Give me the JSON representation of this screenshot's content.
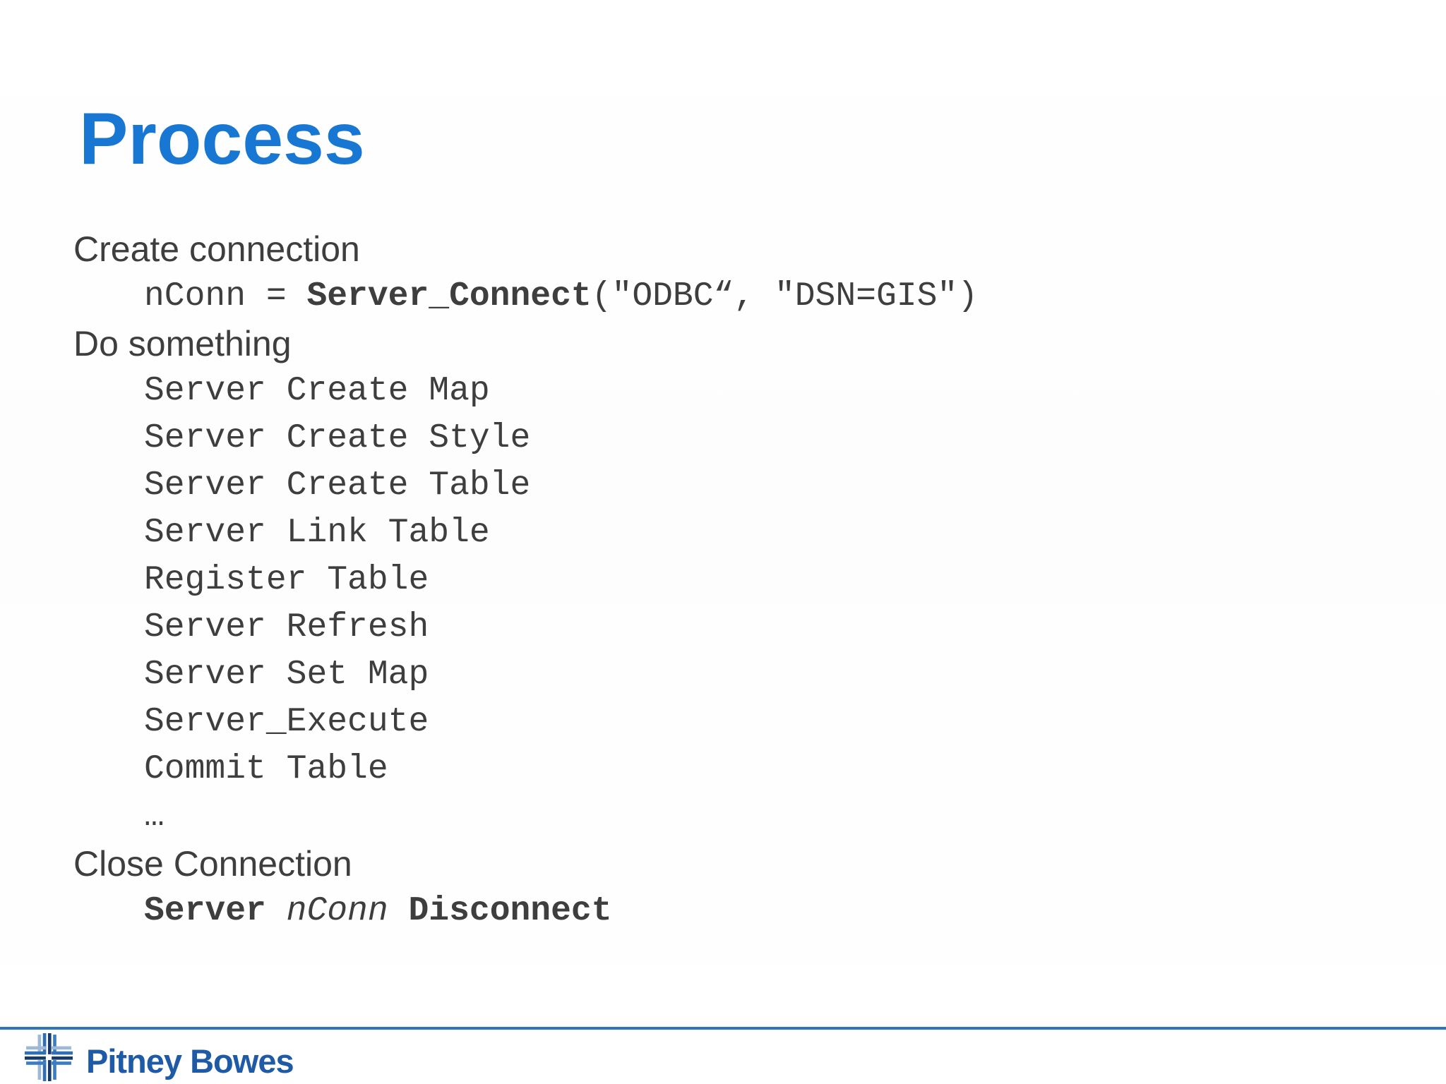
{
  "colors": {
    "title": "#1877d2",
    "text": "#3e3e3e",
    "divider": "#2e76b9",
    "brand": "#1f5aa6"
  },
  "slide": {
    "title": "Process",
    "create_connection": {
      "heading": "Create connection",
      "code": {
        "lhs": "nConn = ",
        "func": "Server_Connect",
        "args": "(\"ODBC“, \"DSN=GIS\")"
      }
    },
    "do_something": {
      "heading": "Do something",
      "steps": [
        "Server Create Map",
        "Server Create Style",
        "Server Create Table",
        "Server Link Table",
        "Register Table",
        "Server Refresh",
        "Server Set Map",
        "Server_Execute",
        "Commit Table",
        "…"
      ]
    },
    "close_connection": {
      "heading": "Close Connection",
      "code": {
        "kw_server": "Server ",
        "var": "nConn",
        "kw_disconnect": " Disconnect"
      }
    }
  },
  "footer": {
    "brand": "Pitney Bowes",
    "logo_icon": "pitney-bowes-logo"
  }
}
